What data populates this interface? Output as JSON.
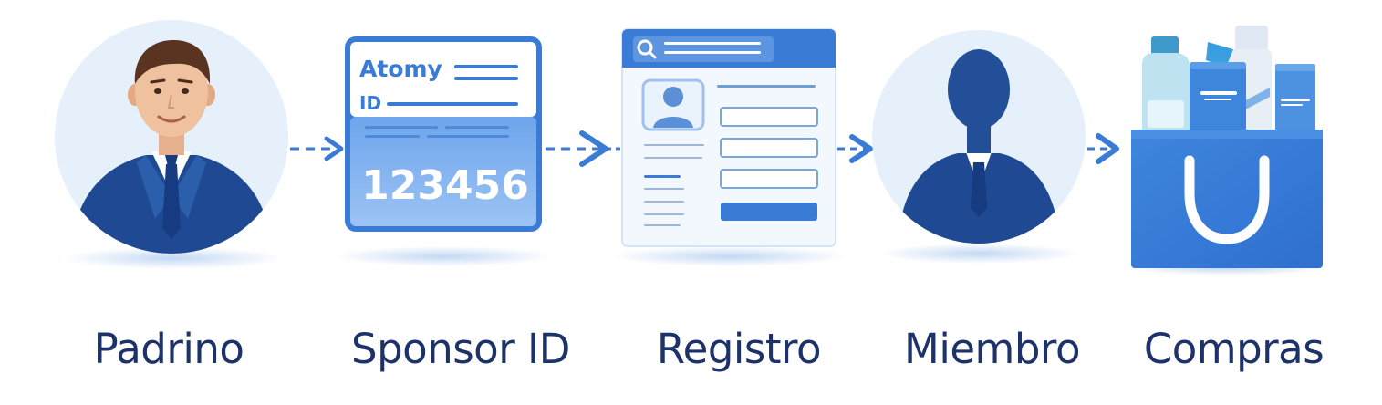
{
  "steps": [
    {
      "label": "Padrino",
      "icon": "sponsor-person-icon"
    },
    {
      "label": "Sponsor ID",
      "icon": "id-card-icon"
    },
    {
      "label": "Registro",
      "icon": "registration-form-icon"
    },
    {
      "label": "Miembro",
      "icon": "member-silhouette-icon"
    },
    {
      "label": "Compras",
      "icon": "shopping-bag-icon"
    }
  ],
  "id_card": {
    "brand": "Atomy",
    "id_label": "ID",
    "number": "123456"
  },
  "colors": {
    "label_text": "#1c3268",
    "accent_blue": "#3a7bd5",
    "dark_navy": "#1f4a93",
    "circle_bg": "#e6f0fb",
    "arrow": "#3a7bd5"
  }
}
